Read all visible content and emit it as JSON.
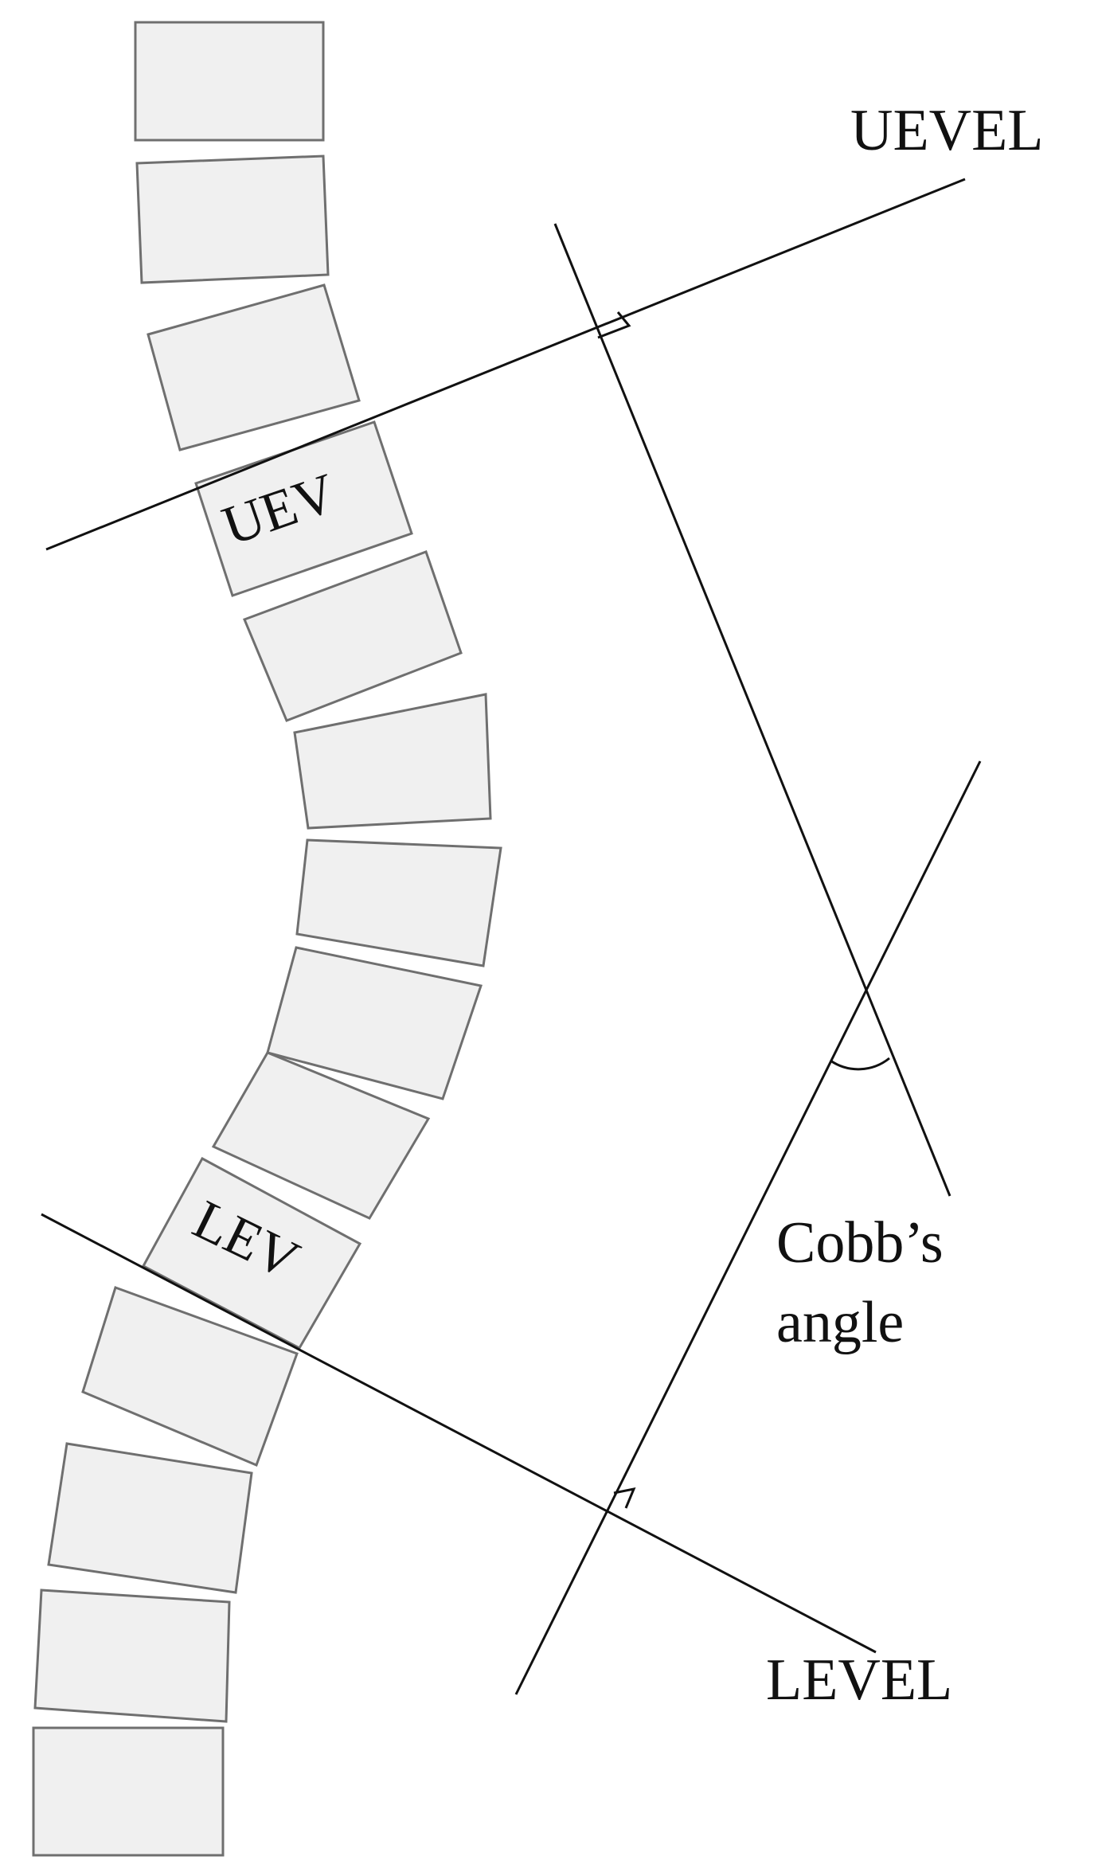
{
  "labels": {
    "uevel": "UEVEL",
    "level": "LEVEL",
    "uev": "UEV",
    "lev": "LEV",
    "cobb_line1": "Cobb’s",
    "cobb_line2": "angle"
  },
  "colors": {
    "vertebra_fill": "#f0f0f0",
    "vertebra_stroke": "#6f6f6f",
    "line": "#111111"
  }
}
